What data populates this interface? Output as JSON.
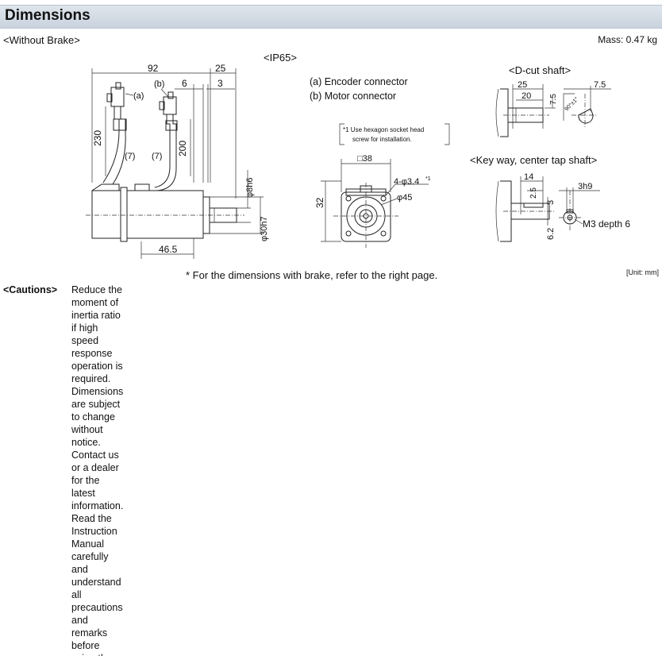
{
  "header": {
    "title": "Dimensions"
  },
  "subtitle": {
    "variant": "<Without Brake>",
    "mass": "Mass: 0.47 kg"
  },
  "protection": "<IP65>",
  "legend": {
    "a": "(a) Encoder connector",
    "b": "(b) Motor connector"
  },
  "footnote": {
    "line1": "*1 Use hexagon socket head",
    "line2": "screw for installation."
  },
  "side_view": {
    "dims": {
      "total": "92",
      "flange": "25",
      "six": "6",
      "three": "3",
      "cable": "230",
      "lead": "200",
      "seven_a": "(7)",
      "seven_b": "(7)",
      "base": "46.5",
      "shaft_dia": "φ8h6",
      "spigot_dia": "φ30h7",
      "label_a": "(a)",
      "label_b": "(b)"
    }
  },
  "front_view": {
    "square": "□38",
    "height": "32",
    "holes": "4-φ3.4",
    "holes_note": "*1",
    "pcd": "φ45"
  },
  "dcut": {
    "title": "<D-cut shaft>",
    "d25": "25",
    "d20": "20",
    "d75a": "7.5",
    "d75b": "7.5",
    "angle": "90°±1°"
  },
  "keyway": {
    "title": "<Key way, center tap shaft>",
    "d14": "14",
    "d25": "2.5",
    "h9": "3h9",
    "d3": "3",
    "d62": "6.2",
    "tap": "M3 depth 6"
  },
  "notes": {
    "brake": "* For the dimensions with brake, refer to the right page.",
    "unit": "[Unit: mm]"
  },
  "cautions": {
    "label": "<Cautions>",
    "lines": [
      "Reduce the moment of inertia ratio if high speed response operation is required.",
      "Dimensions are subject to change without notice. Contact us or a dealer for the latest information.",
      "Read the Instruction Manual carefully and understand all precautions and remarks before using the products."
    ]
  }
}
